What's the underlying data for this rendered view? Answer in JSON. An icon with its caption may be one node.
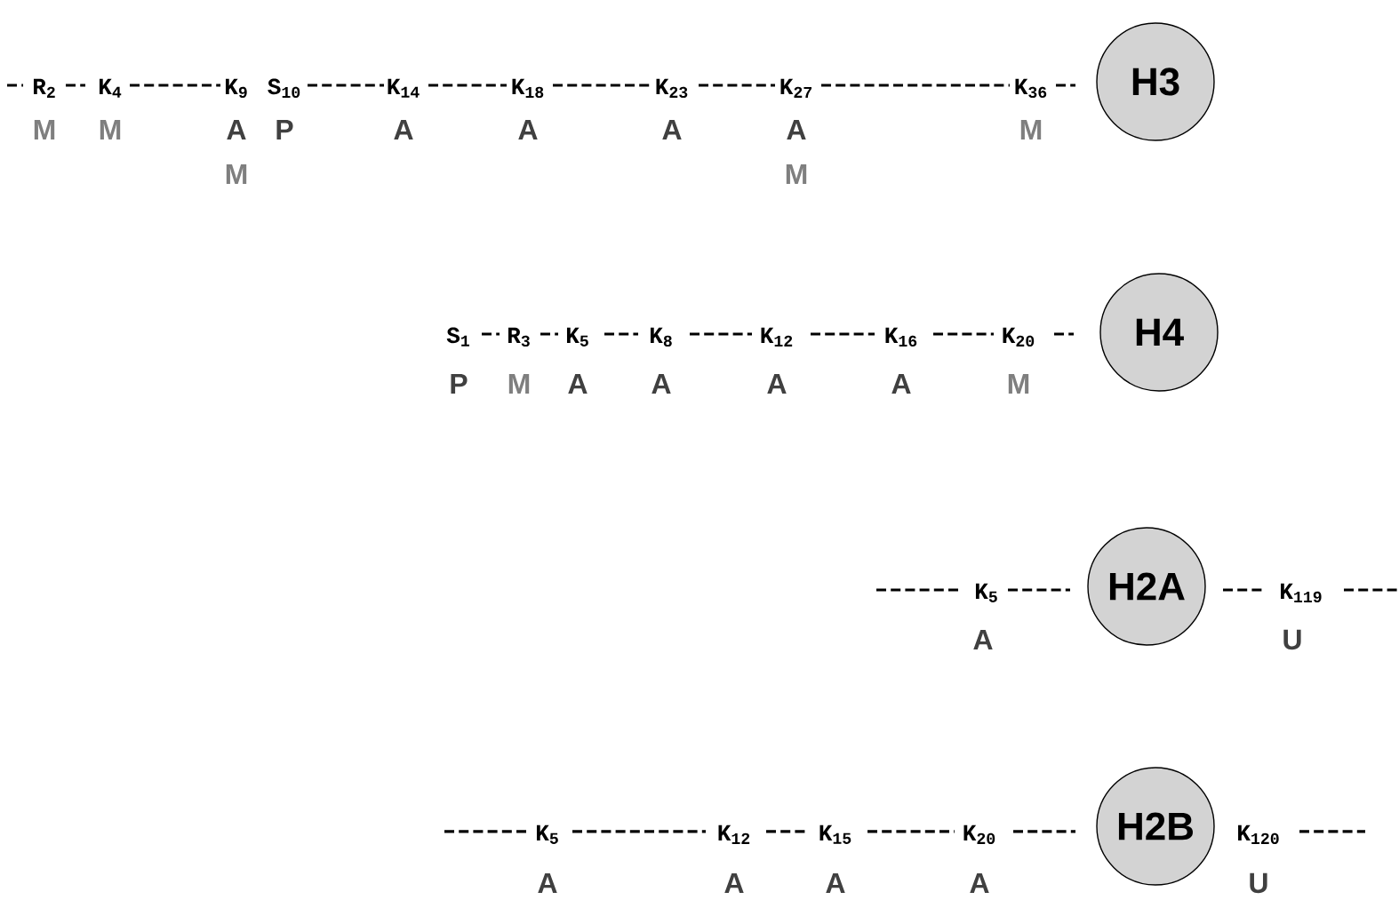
{
  "diagram": {
    "nodes": [
      {
        "text": [
          "H3"
        ]
      },
      {
        "text": [
          "H4"
        ]
      },
      {
        "text": [
          "H2A"
        ]
      },
      {
        "text": [
          "H2B"
        ]
      }
    ],
    "labels": [
      "R$_{2}$",
      "K$_{4}$",
      "K$_{9}$",
      "S$_{10}$",
      "K$_{14}$",
      "K$_{18}$",
      "K$_{23}$",
      "K$_{27}$",
      "K$_{36}$",
      "M",
      "M",
      "A",
      "P",
      "A",
      "A",
      "A",
      "A",
      "M",
      "M",
      "M",
      "S$_{1}$",
      "R$_{3}$",
      "K$_{5}$",
      "K$_{8}$",
      "K$_{12}$",
      "K$_{16}$",
      "K$_{20}$",
      "P",
      "M",
      "A",
      "A",
      "A",
      "A",
      "M",
      "K$_{5}$",
      "K$_{119}$",
      "A",
      "U",
      "K$_{5}$",
      "K$_{12}$",
      "K$_{15}$",
      "K$_{20}$",
      "K$_{120}$",
      "A",
      "A",
      "A",
      "A",
      "U"
    ]
  }
}
